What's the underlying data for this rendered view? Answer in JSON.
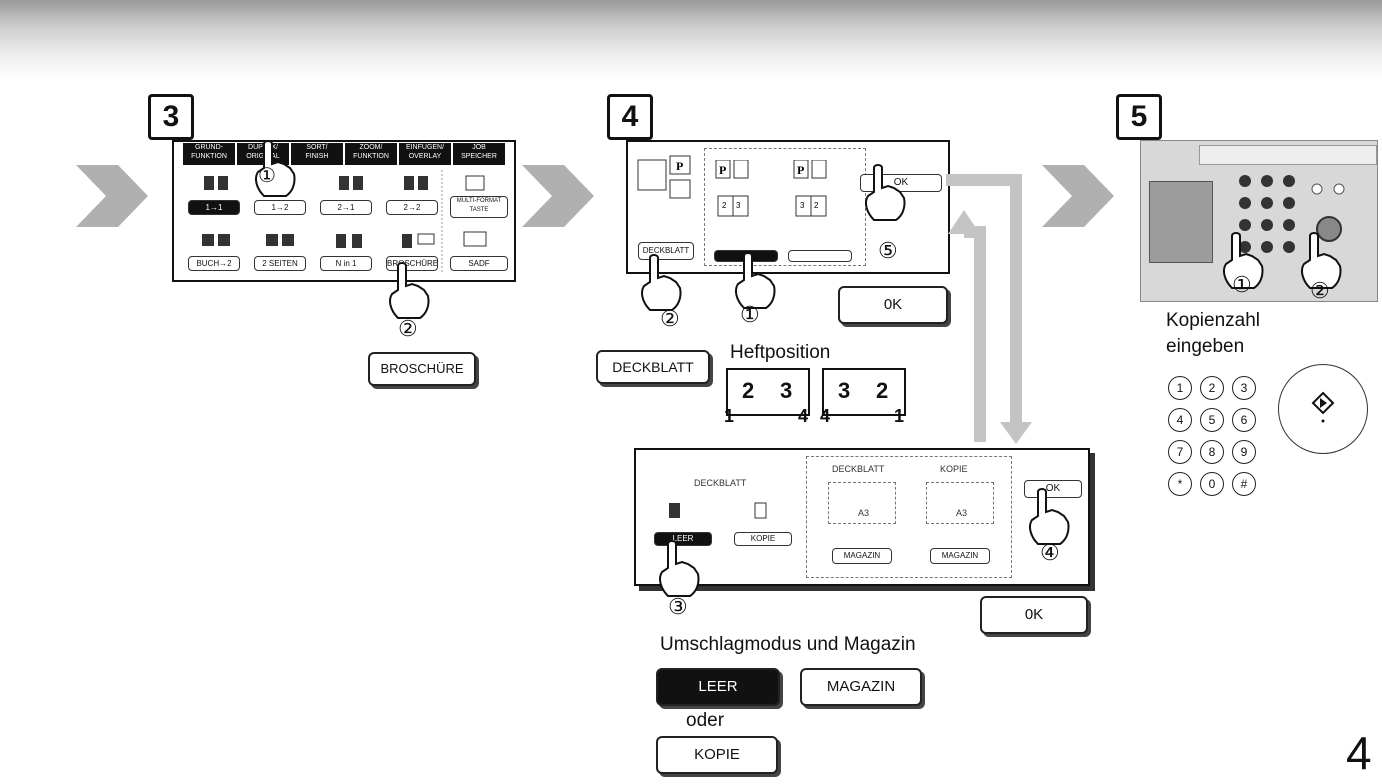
{
  "steps": {
    "s3": "3",
    "s4": "4",
    "s5": "5"
  },
  "step3": {
    "tabs": [
      "GRUND-\nFUNKTION",
      "DUPLEX/\nORIGINAL",
      "SORT/\nFINISH",
      "ZOOM/\nFUNKTION",
      "EINFÜGEN/\nOVERLAY",
      "JOB\nSPEICHER"
    ],
    "row1": [
      "1→1",
      "1→2",
      "2→1",
      "2→2"
    ],
    "row1_right": "MULTI-FORMAT\nTASTE",
    "row2": [
      "BUCH→2",
      "2 SEITEN",
      "N in 1",
      "BROSCHÜRE",
      "SADF"
    ],
    "callout_label": "BROSCHÜRE",
    "marks": {
      "m1": "①",
      "m2": "②"
    }
  },
  "step4": {
    "top_ok": "OK",
    "deckblatt_mini": "DECKBLATT",
    "ok_label": "0K",
    "deckblatt_label": "DECKBLATT",
    "heftposition_title": "Heftposition",
    "heft_left": {
      "a": "2",
      "b": "3",
      "c": "1",
      "d": "4"
    },
    "heft_right": {
      "a": "3",
      "b": "2",
      "c": "4",
      "d": "1"
    },
    "marks": {
      "m1": "①",
      "m2": "②",
      "m5": "⑤"
    }
  },
  "step4b": {
    "deckblatt_title": "DECKBLATT",
    "leer": "LEER",
    "kopie": "KOPIE",
    "col1_title": "DECKBLATT",
    "col2_title": "KOPIE",
    "size": "A3",
    "magazin": "MAGAZIN",
    "ok_mini": "OK",
    "ok_label": "0K",
    "umschlag_title": "Umschlagmodus und Magazin",
    "leer_label": "LEER",
    "magazin_label": "MAGAZIN",
    "oder": "oder",
    "kopie_label": "KOPIE",
    "marks": {
      "m3": "③",
      "m4": "④"
    }
  },
  "step5": {
    "kopienzahl": "Kopienzahl",
    "eingeben": "eingeben",
    "keys": [
      "1",
      "2",
      "3",
      "4",
      "5",
      "6",
      "7",
      "8",
      "9",
      "*",
      "0",
      "#"
    ],
    "start_icon": "start-icon",
    "marks": {
      "m1": "①",
      "m2": "②"
    }
  },
  "page_number": "4"
}
